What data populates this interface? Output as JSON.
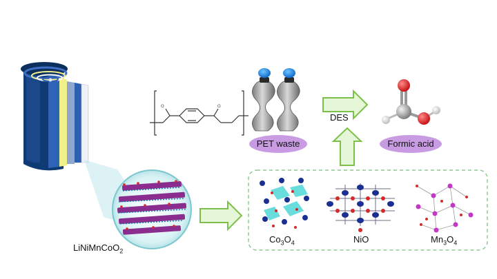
{
  "battery": {
    "formula_base": "LiNiMnCoO",
    "formula_sub": "2"
  },
  "pet": {
    "label": "PET waste"
  },
  "product": {
    "label": "Formic acid"
  },
  "reaction": {
    "solvent_label": "DES"
  },
  "catalysts": [
    {
      "base": "Co",
      "sub1": "3",
      "mid": "O",
      "sub2": "4"
    },
    {
      "base": "NiO",
      "sub1": "",
      "mid": "",
      "sub2": ""
    },
    {
      "base": "Mn",
      "sub1": "3",
      "mid": "O",
      "sub2": "4"
    }
  ],
  "colors": {
    "arrow_fill": "#e6f6d8",
    "arrow_stroke": "#7cc04a",
    "pill": "#c89be3",
    "dashed_box": "#8fc98f",
    "battery_navy": "#0e3b73",
    "battery_blue": "#2f63b8",
    "battery_yellow": "#f2f08a",
    "battery_white": "#eef2f8",
    "crystal_purple": "#8a2d8e",
    "crystal_blue": "#1b2e92",
    "crystal_red": "#d42a2a",
    "crystal_cyan": "#4fd6d6",
    "crystal_magenta": "#c236c8"
  }
}
